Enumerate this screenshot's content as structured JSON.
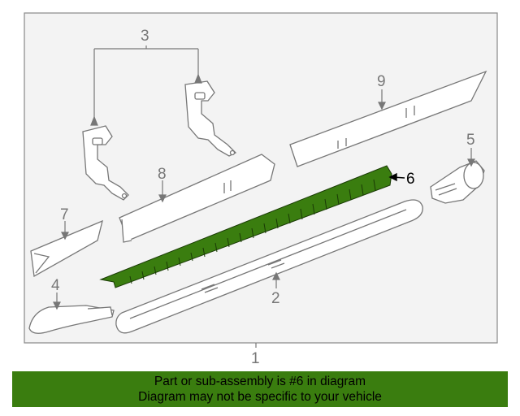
{
  "callouts": {
    "n1": "1",
    "n2": "2",
    "n3": "3",
    "n4": "4",
    "n5": "5",
    "n6": "6",
    "n7": "7",
    "n8": "8",
    "n9": "9"
  },
  "highlighted_part": "6",
  "colors": {
    "highlight": "#3a7d0f",
    "panel_bg": "#f3f3f3",
    "line": "#777777",
    "banner_bg": "#3a7d0f"
  },
  "banner": {
    "line1": "Part or sub-assembly is #6 in diagram",
    "line2": "Diagram may not be specific to your vehicle"
  }
}
